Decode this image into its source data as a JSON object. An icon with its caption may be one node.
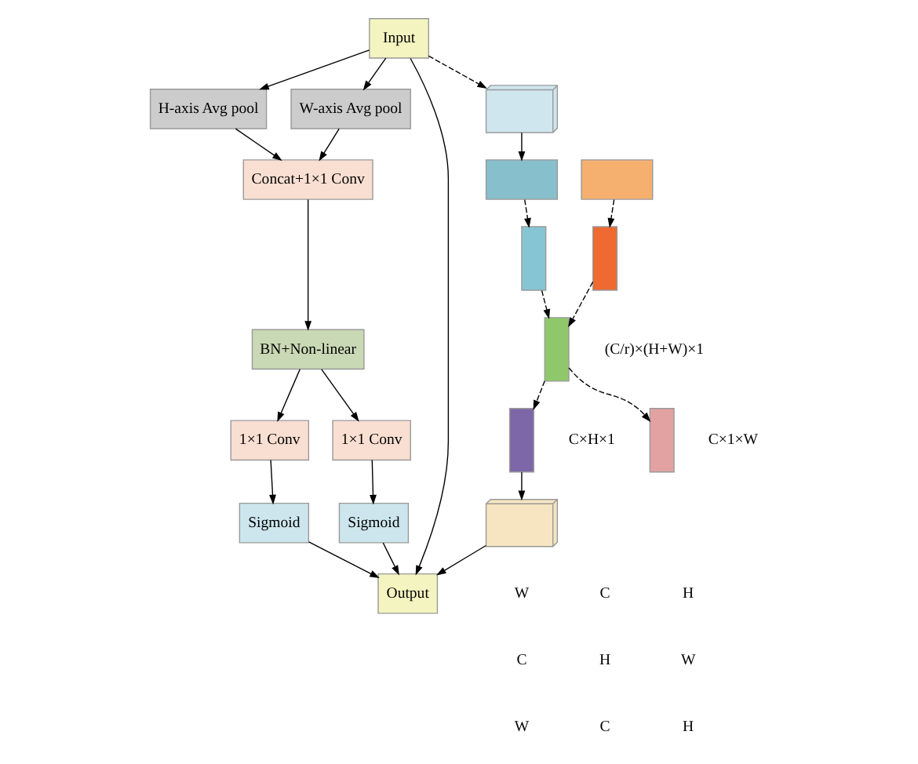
{
  "diagram": {
    "nodes": [
      {
        "text": [
          "Input"
        ]
      },
      {
        "text": [
          "H-axis Avg pool"
        ]
      },
      {
        "text": [
          "W-axis Avg pool"
        ]
      },
      {
        "text": [
          "Concat+1×1 Conv"
        ]
      },
      {
        "text": [
          "BN+Non-linear"
        ]
      },
      {
        "text": [
          "1×1 Conv"
        ]
      },
      {
        "text": [
          "1×1 Conv"
        ]
      },
      {
        "text": [
          "Sigmoid"
        ]
      },
      {
        "text": [
          "Sigmoid"
        ]
      },
      {
        "text": [
          "Output"
        ]
      },
      {
        "text": [],
        "shape": "cube"
      },
      {
        "text": [],
        "shape": "grid"
      },
      {
        "text": [],
        "shape": "bar"
      },
      {
        "text": [],
        "shape": "grid"
      },
      {
        "text": [],
        "shape": "bar"
      },
      {
        "text": [],
        "shape": "bar",
        "beside": [
          "(C/r)×(H+W)×1"
        ]
      },
      {
        "text": [],
        "shape": "bar",
        "beside": [
          "C×H×1"
        ]
      },
      {
        "text": [],
        "shape": "bar",
        "beside": [
          "C×1×W"
        ]
      },
      {
        "text": [],
        "shape": "cube"
      }
    ],
    "edges": [
      {
        "from": 0,
        "to": 1,
        "arrow": "to"
      },
      {
        "from": 0,
        "to": 2,
        "arrow": "to"
      },
      {
        "from": 0,
        "to": 9,
        "arrow": "to"
      },
      {
        "from": 1,
        "to": 3,
        "arrow": "to"
      },
      {
        "from": 2,
        "to": 3,
        "arrow": "to"
      },
      {
        "from": 3,
        "to": 4,
        "arrow": "to"
      },
      {
        "from": 4,
        "to": 5,
        "arrow": "to"
      },
      {
        "from": 4,
        "to": 6,
        "arrow": "to"
      },
      {
        "from": 5,
        "to": 7,
        "arrow": "to"
      },
      {
        "from": 6,
        "to": 8,
        "arrow": "to"
      },
      {
        "from": 7,
        "to": 9,
        "arrow": "to"
      },
      {
        "from": 8,
        "to": 9,
        "arrow": "to"
      },
      {
        "from": 0,
        "to": 10,
        "arrow": "to",
        "style": "dashed"
      },
      {
        "from": 10,
        "to": 11,
        "arrow": "to"
      },
      {
        "from": 11,
        "to": 12,
        "arrow": "to",
        "style": "dashed"
      },
      {
        "from": 13,
        "to": 14,
        "arrow": "to",
        "style": "dashed"
      },
      {
        "from": 12,
        "to": 15,
        "arrow": "to",
        "style": "dashed"
      },
      {
        "from": 14,
        "to": 15,
        "arrow": "to",
        "style": "dashed"
      },
      {
        "from": 15,
        "to": 16,
        "arrow": "to",
        "style": "dashed"
      },
      {
        "from": 15,
        "to": 17,
        "arrow": "to",
        "style": "dashed"
      },
      {
        "from": 16,
        "to": 18,
        "arrow": "to"
      },
      {
        "from": 18,
        "to": 9,
        "arrow": "to"
      }
    ],
    "labels": [
      "W",
      "C",
      "H",
      "C",
      "H",
      "W",
      "W",
      "C",
      "H"
    ]
  }
}
